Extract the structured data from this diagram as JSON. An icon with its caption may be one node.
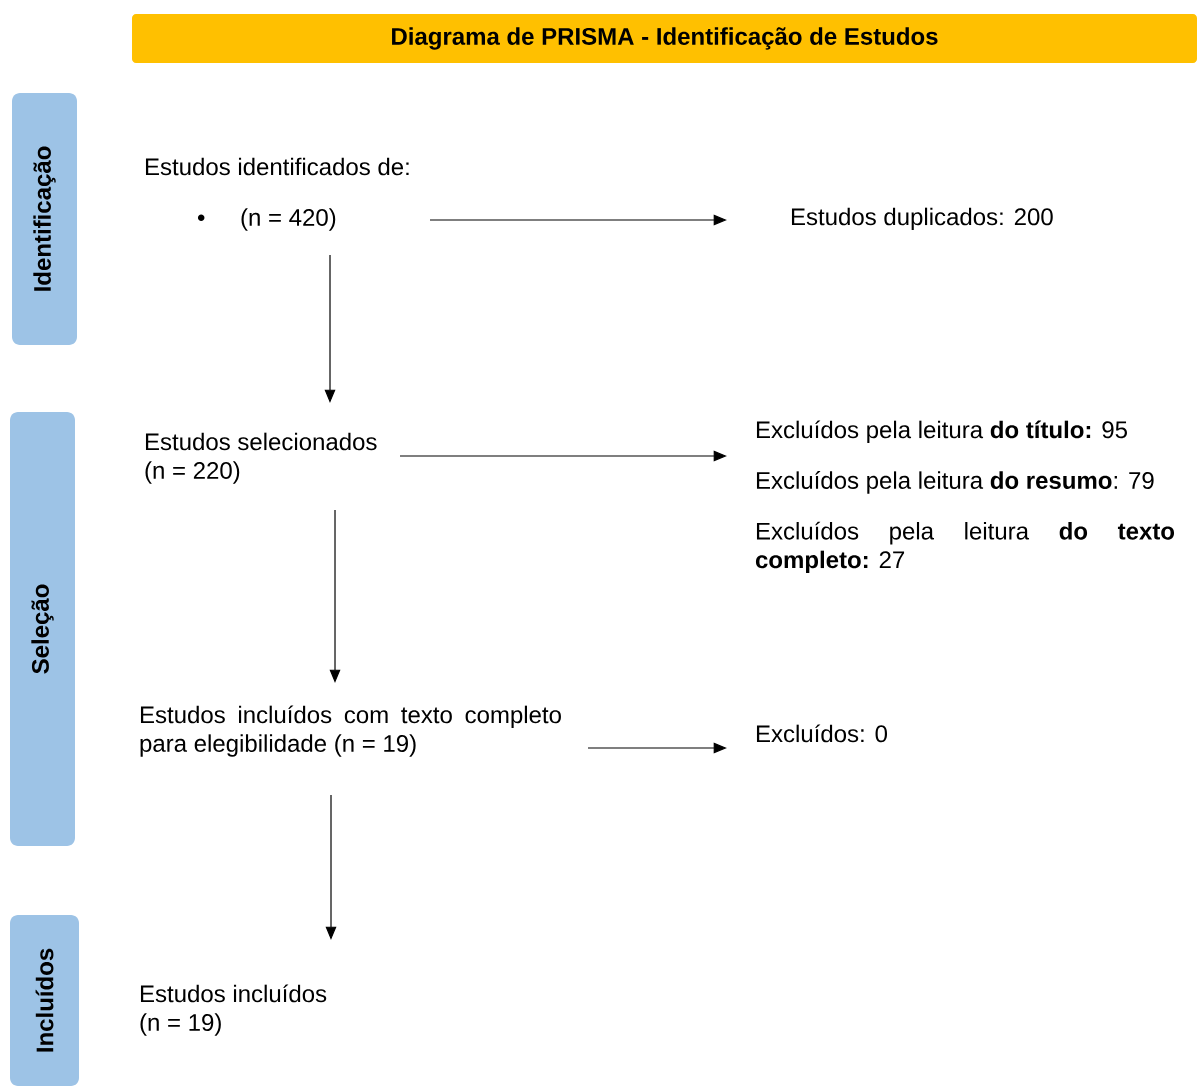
{
  "diagram": {
    "title": "Diagrama de PRISMA - Identificação de Estudos",
    "nodes": [
      {
        "text": [
          "Identificação"
        ]
      },
      {
        "text": [
          "Estudos identificados de:",
          "(n = 420)"
        ]
      },
      {
        "text": [
          "Estudos duplicados: 200"
        ]
      },
      {
        "text": [
          "Seleção"
        ]
      },
      {
        "text": [
          "Estudos selecionados (n = 220)"
        ]
      },
      {
        "text": [
          "Excluídos pela leitura **do título:** 95",
          "Excluídos pela leitura **do resumo**: 79",
          "Excluídos pela leitura **do texto completo:** 27"
        ]
      },
      {
        "text": [
          "Estudos incluídos com texto completo para elegibilidade (n = 19)"
        ]
      },
      {
        "text": [
          "Excluídos: 0"
        ]
      },
      {
        "text": [
          "Incluídos"
        ]
      },
      {
        "text": [
          "Estudos incluídos (n = 19)"
        ]
      }
    ],
    "edges": [
      {
        "from": 1,
        "to": 2,
        "arrow": "to"
      },
      {
        "from": 1,
        "to": 4,
        "arrow": "to"
      },
      {
        "from": 4,
        "to": 5,
        "arrow": "to"
      },
      {
        "from": 4,
        "to": 6,
        "arrow": "to"
      },
      {
        "from": 6,
        "to": 7,
        "arrow": "to"
      },
      {
        "from": 6,
        "to": 9,
        "arrow": "to"
      }
    ],
    "labels": [
      "•"
    ]
  }
}
